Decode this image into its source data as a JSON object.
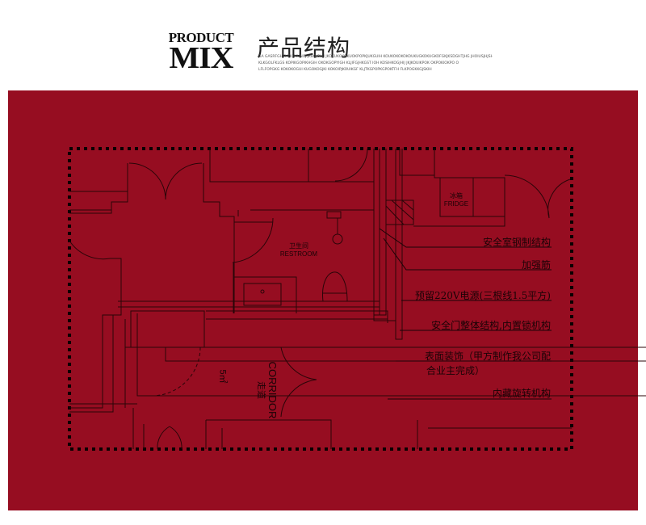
{
  "header": {
    "brand_line1": "PRODUCT",
    "brand_line2": "MIX",
    "title": "产品结构",
    "fine_print": [
      "GA GASRFGHTHTKHKUNCJ JKBOJOLU JKOKUKOKOKUOKPOPKJUKGUIH KOUKOKOKOKOUKUGKOKUGKOFGKJKSDGHTJHG JHOIUSJHJSHGJKJLG",
      "KLKGOLFKLGS KOPIKGOPIKHGIH OKOKGOPYIGH KLJIFGJHKGST  IOH KOSIHKOGJHIJ JKJKOUIKPOK OKPOKIOKPO O",
      "LFLFOPGKG KOKOKOGUI KUGOKOGJKI KOKOIPJKOUIKGF KLJTKGPOPKGPOKTFH FLKPOGKKGJSKIH"
    ]
  },
  "plan": {
    "rooms": {
      "restroom_cn": "卫生间",
      "restroom_en": "RESTROOM",
      "fridge_cn": "冰箱",
      "fridge_en": "FRIDGE",
      "corridor_cn": "走道",
      "corridor_en": "CORRIDOR",
      "area": "5㎡"
    },
    "annotations": [
      "安全室钢制结构",
      "加强筋",
      "预留220V电源(三根线1.5平方)",
      "安全门整体结构,内置锁机构",
      "表面装饰（甲方制作我公司配",
      "合业主完成）",
      "内藏旋转机构"
    ]
  },
  "colors": {
    "panel": "#960d21",
    "line": "#2a0508"
  }
}
